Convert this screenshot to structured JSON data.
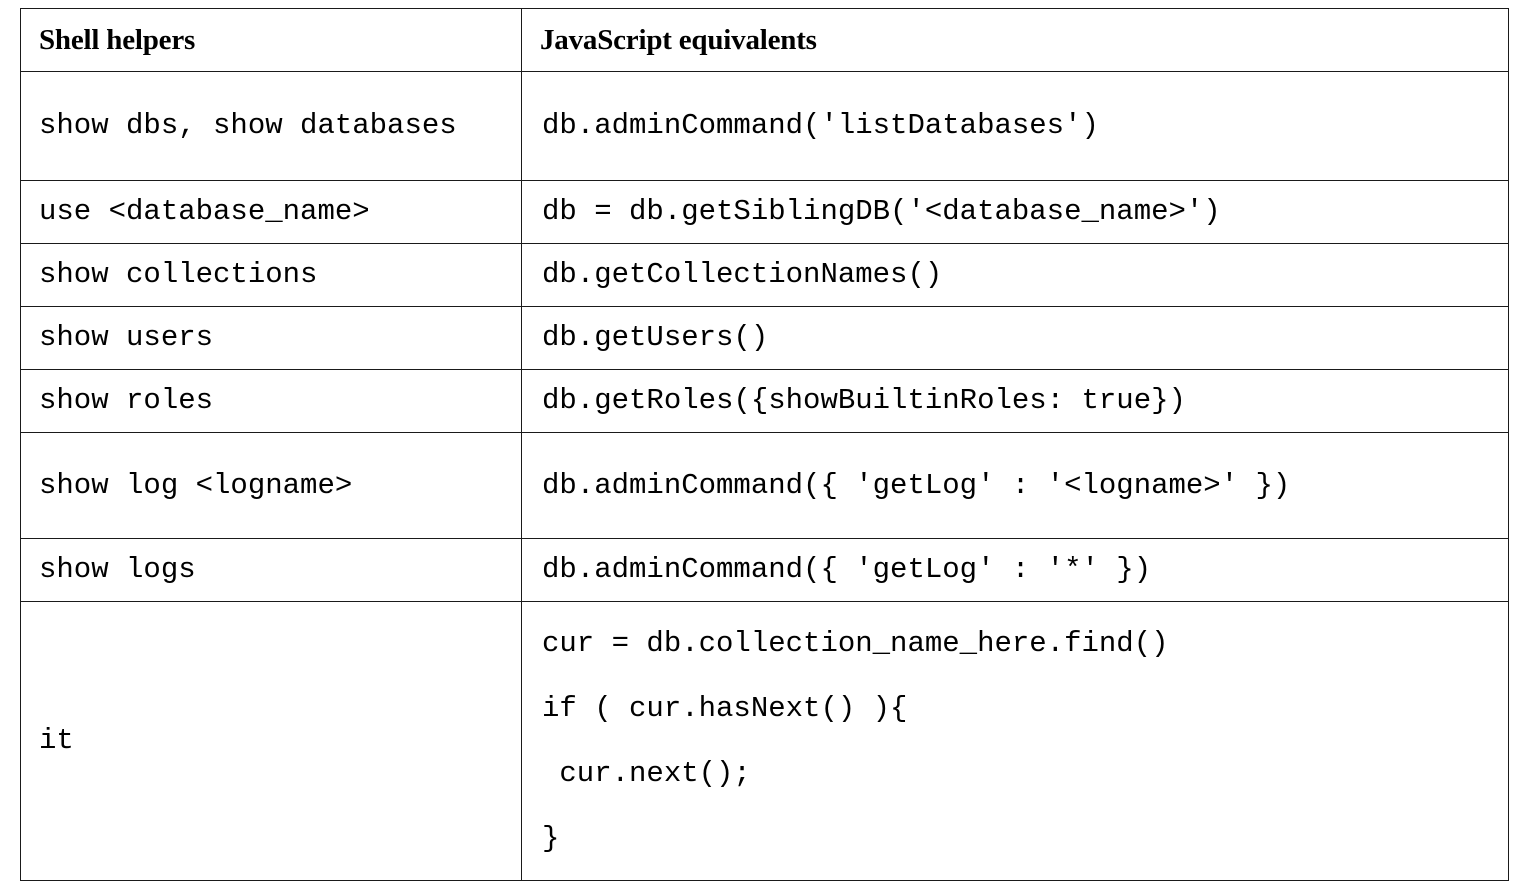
{
  "table": {
    "headers": {
      "shell": "Shell helpers",
      "js": "JavaScript equivalents"
    },
    "rows": [
      {
        "shell": "show dbs, show databases",
        "js": "db.adminCommand('listDatabases')"
      },
      {
        "shell": "use <database_name>",
        "js": "db = db.getSiblingDB('<database_name>')"
      },
      {
        "shell": "show collections",
        "js": "db.getCollectionNames()"
      },
      {
        "shell": "show users",
        "js": "db.getUsers()"
      },
      {
        "shell": "show roles",
        "js": "db.getRoles({showBuiltinRoles: true})"
      },
      {
        "shell": "show log <logname>",
        "js": "db.adminCommand({ 'getLog' : '<logname>' })"
      },
      {
        "shell": "show logs",
        "js": "db.adminCommand({ 'getLog' : '*' })"
      },
      {
        "shell": "it",
        "js_lines": [
          "cur = db.collection_name_here.find()",
          "if ( cur.hasNext() ){",
          " cur.next();",
          "}"
        ]
      }
    ]
  },
  "colors": {
    "background": "#ffffff",
    "text": "#000000",
    "border": "#1a1a1a"
  }
}
